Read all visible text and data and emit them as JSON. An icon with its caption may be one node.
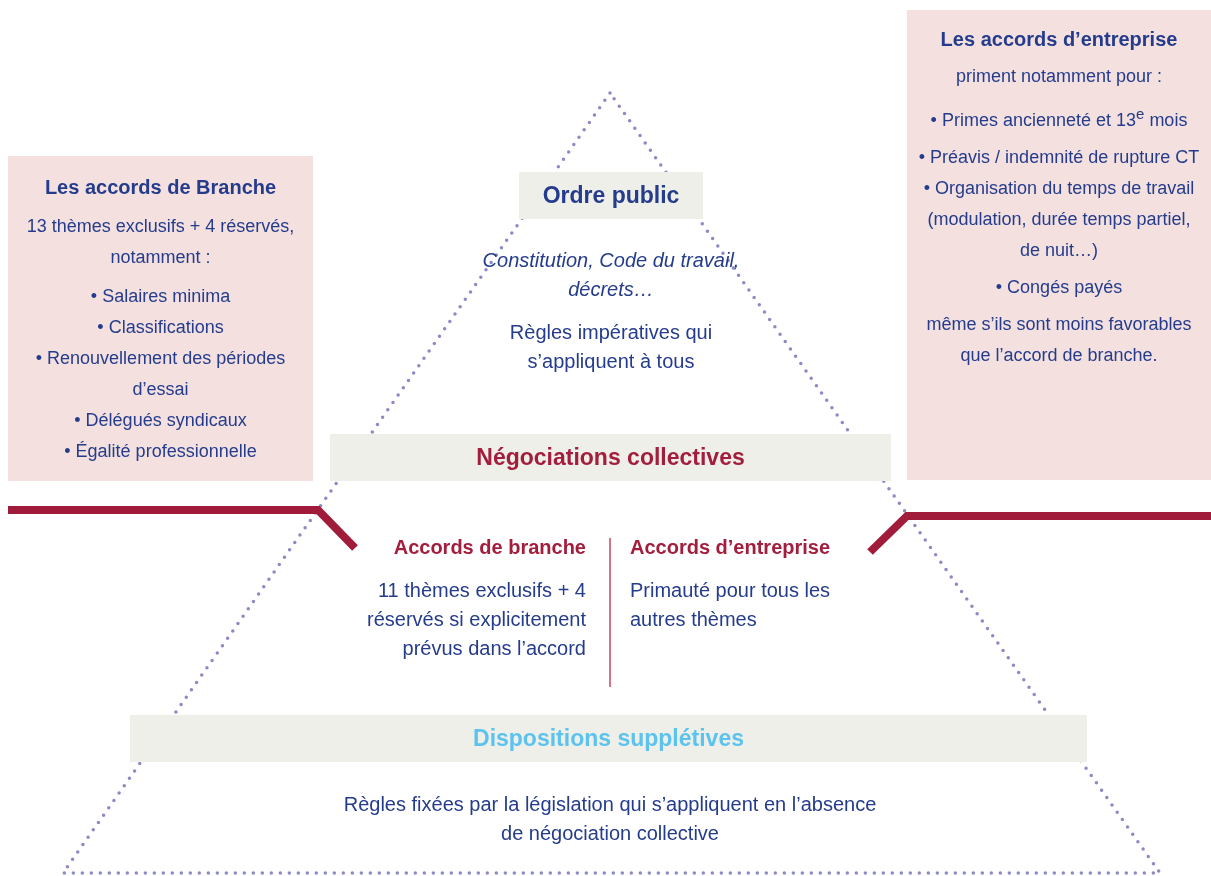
{
  "diagram": {
    "nodes": [
      {
        "text": [
          "Les accords de Branche",
          "13 thèmes exclusifs + 4 réservés, notamment :",
          "• Salaires minima",
          "• Classifications",
          "• Renouvellement des périodes d’essai",
          "• Délégués syndicaux",
          "• Égalité professionnelle"
        ]
      },
      {
        "text": [
          "Les accords d’entreprise",
          "priment notamment pour :",
          "• Primes ancienneté et 13$^{e}$ mois",
          "• Préavis / indemnité de rupture CT",
          "• Organisation du temps de travail (modulation, durée temps partiel, de nuit…)",
          "• Congés payés",
          "même s’ils sont moins favorables que l’accord de branche."
        ]
      },
      {
        "text": [
          "Ordre public"
        ],
        "beside": [
          "Constitution, Code du travail, décrets…",
          "Règles impératives qui s’appliquent à tous"
        ]
      },
      {
        "text": [
          "Négociations collectives"
        ]
      },
      {
        "text": [
          "Dispositions supplétives"
        ],
        "beside": [
          "Règles fixées par la législation qui s’appliquent en l’absence de négociation collective"
        ]
      }
    ],
    "edges": [],
    "labels": [
      "Accords de branche",
      "11 thèmes exclusifs + 4 réservés si explicitement prévus dans l’accord",
      "Accords d’entreprise",
      "Primauté pour tous les autres thèmes"
    ]
  }
}
